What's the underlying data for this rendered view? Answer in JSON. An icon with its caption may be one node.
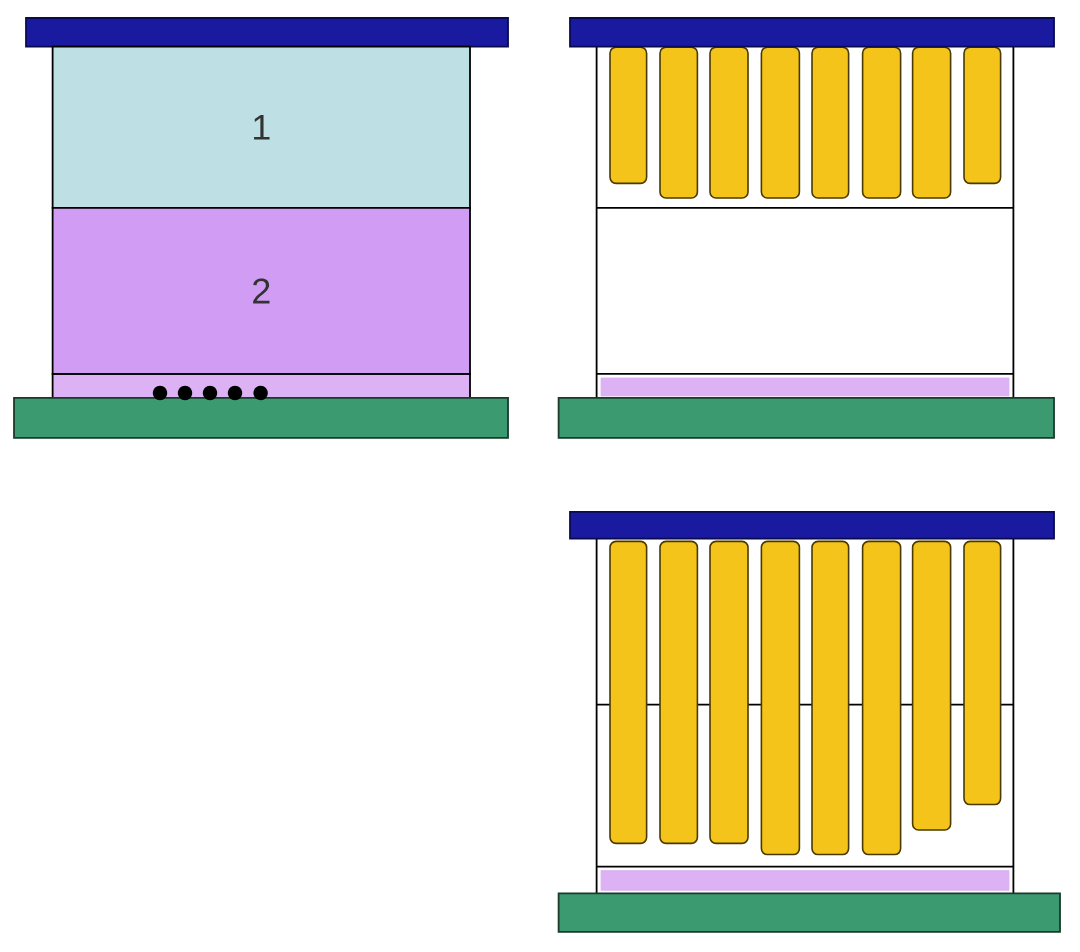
{
  "diagram": {
    "nodes": [
      {
        "text": [],
        "shape": "box"
      },
      {
        "text": [
          "1"
        ]
      },
      {
        "text": [
          "2"
        ]
      },
      {
        "text": [],
        "shape": "box"
      },
      {
        "text": [],
        "shape": "box"
      },
      {
        "text": [],
        "shape": "box"
      },
      {
        "text": [],
        "shape": "bar"
      },
      {
        "text": [],
        "shape": "bar"
      },
      {
        "text": [],
        "shape": "bar"
      },
      {
        "text": [],
        "shape": "bar"
      },
      {
        "text": [],
        "shape": "bar"
      },
      {
        "text": [],
        "shape": "bar"
      },
      {
        "text": [],
        "shape": "bar"
      },
      {
        "text": [],
        "shape": "bar"
      },
      {
        "text": [],
        "shape": "box"
      },
      {
        "text": [],
        "shape": "box"
      },
      {
        "text": [],
        "shape": "box"
      },
      {
        "text": [],
        "shape": "bar"
      },
      {
        "text": [],
        "shape": "bar"
      },
      {
        "text": [],
        "shape": "bar"
      },
      {
        "text": [],
        "shape": "bar"
      },
      {
        "text": [],
        "shape": "bar"
      },
      {
        "text": [],
        "shape": "bar"
      },
      {
        "text": [],
        "shape": "bar"
      },
      {
        "text": [],
        "shape": "bar"
      },
      {
        "text": [],
        "shape": "box"
      },
      {
        "text": [],
        "shape": "box"
      }
    ]
  }
}
